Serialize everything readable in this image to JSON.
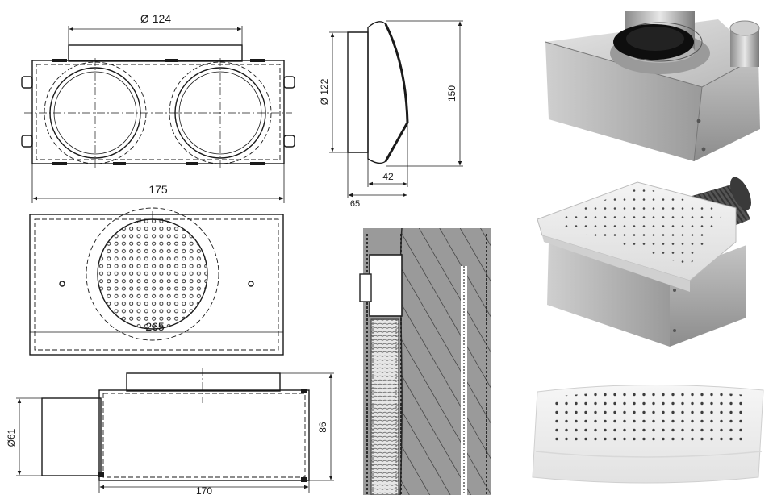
{
  "dimensions": {
    "top_view_spigot_diameter": "Ø 124",
    "top_view_width": "175",
    "side_grille_diameter": "Ø 122",
    "side_grille_height": "150",
    "side_grille_depth_inner": "42",
    "side_grille_depth_outer": "65",
    "grille_view_length": "265",
    "front_view_spigot_diameter": "Ø61",
    "front_view_height": "86",
    "front_view_width": "170"
  },
  "colors": {
    "line": "#1a1a1a",
    "wall": "#9a9a9a",
    "metal_light": "#d9d9d9",
    "metal_dark": "#8e8e8e",
    "white_panel": "#eeeeee"
  }
}
